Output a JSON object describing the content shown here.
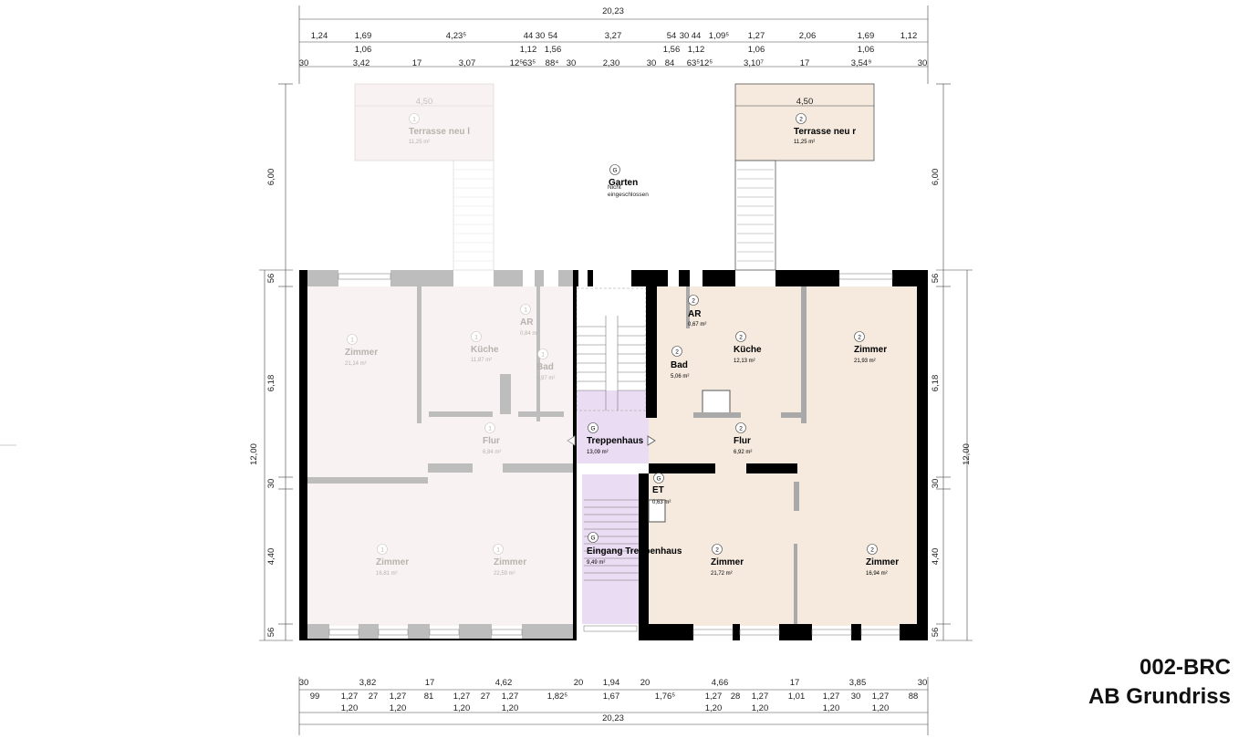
{
  "title": {
    "code": "002-BRC",
    "name": "AB Grundriss"
  },
  "colors": {
    "unit1_fill": "#f8f3f2",
    "unit2_fill": "#f5eadd",
    "stair_fill": "#eadcf3",
    "wall": "#000000",
    "wall_faded": "#bdbdbd"
  },
  "rooms": [
    {
      "num": "1",
      "name": "Terrasse neu l",
      "area": "11,25 m²",
      "unit": "1"
    },
    {
      "num": "2",
      "name": "Terrasse neu r",
      "area": "11,25 m²",
      "unit": "2"
    },
    {
      "num": "G",
      "name": "Garten",
      "area": "Nicht eingeschlossen",
      "unit": "G"
    },
    {
      "num": "1",
      "name": "Zimmer",
      "area": "21,14 m²",
      "unit": "1"
    },
    {
      "num": "1",
      "name": "Küche",
      "area": "11,87 m²",
      "unit": "1"
    },
    {
      "num": "1",
      "name": "AR",
      "area": "0,84 m²",
      "unit": "1"
    },
    {
      "num": "1",
      "name": "Bad",
      "area": "4,97 m²",
      "unit": "1"
    },
    {
      "num": "1",
      "name": "Flur",
      "area": "6,84 m²",
      "unit": "1"
    },
    {
      "num": "1",
      "name": "Zimmer",
      "area": "16,81 m²",
      "unit": "1"
    },
    {
      "num": "1",
      "name": "Zimmer",
      "area": "22,59 m²",
      "unit": "1"
    },
    {
      "num": "G",
      "name": "Treppenhaus",
      "area": "13,09 m²",
      "unit": "G"
    },
    {
      "num": "G",
      "name": "ET",
      "area": "0,63 m²",
      "unit": "G"
    },
    {
      "num": "G",
      "name": "Eingang Treppenhaus",
      "area": "9,49 m²",
      "unit": "G"
    },
    {
      "num": "2",
      "name": "AR",
      "area": "0,67 m²",
      "unit": "2"
    },
    {
      "num": "2",
      "name": "Bad",
      "area": "5,06 m²",
      "unit": "2"
    },
    {
      "num": "2",
      "name": "Küche",
      "area": "12,13 m²",
      "unit": "2"
    },
    {
      "num": "2",
      "name": "Zimmer",
      "area": "21,93 m²",
      "unit": "2"
    },
    {
      "num": "2",
      "name": "Flur",
      "area": "6,92 m²",
      "unit": "2"
    },
    {
      "num": "2",
      "name": "Zimmer",
      "area": "21,72 m²",
      "unit": "2"
    },
    {
      "num": "2",
      "name": "Zimmer",
      "area": "16,94 m²",
      "unit": "2"
    }
  ],
  "terrace_widths": [
    "4,50",
    "4,50"
  ],
  "dims": {
    "top_total": "20,23",
    "top_row1": [
      "1,24",
      "1,69",
      "4,23⁵",
      "44",
      "30",
      "54",
      "3,27",
      "54",
      "30",
      "44",
      "1,09⁵",
      "1,27",
      "2,06",
      "1,69",
      "1,12"
    ],
    "top_row2": [
      "1,06",
      "1,12",
      "1,56",
      "1,56",
      "1,12",
      "1,06",
      "1,06"
    ],
    "top_row3": [
      "30",
      "3,42",
      "17",
      "3,07",
      "12⁵",
      "63⁵",
      "88⁴",
      "30",
      "2,30",
      "30",
      "84",
      "63⁵",
      "12⁵",
      "3,10⁷",
      "17",
      "3,54⁹",
      "30"
    ],
    "left": [
      "6,00",
      "56",
      "6,18",
      "12,00",
      "30",
      "4,40",
      "56"
    ],
    "right": [
      "6,00",
      "56",
      "6,18",
      "12,00",
      "30",
      "4,40",
      "56"
    ],
    "bottom_row1": [
      "30",
      "3,82",
      "17",
      "4,62",
      "20",
      "1,94",
      "20",
      "4,66",
      "17",
      "3,85",
      "30"
    ],
    "bottom_row2": [
      "99",
      "1,27",
      "27",
      "1,27",
      "81",
      "1,27",
      "27",
      "1,27",
      "1,82⁵",
      "1,67",
      "1,76⁵",
      "1,27",
      "28",
      "1,27",
      "1,01",
      "1,27",
      "30",
      "1,27",
      "88"
    ],
    "bottom_row3": [
      "1,20",
      "1,20",
      "1,20",
      "1,20",
      "1,20",
      "1,20",
      "1,20",
      "1,20"
    ],
    "bottom_total": "20,23"
  }
}
